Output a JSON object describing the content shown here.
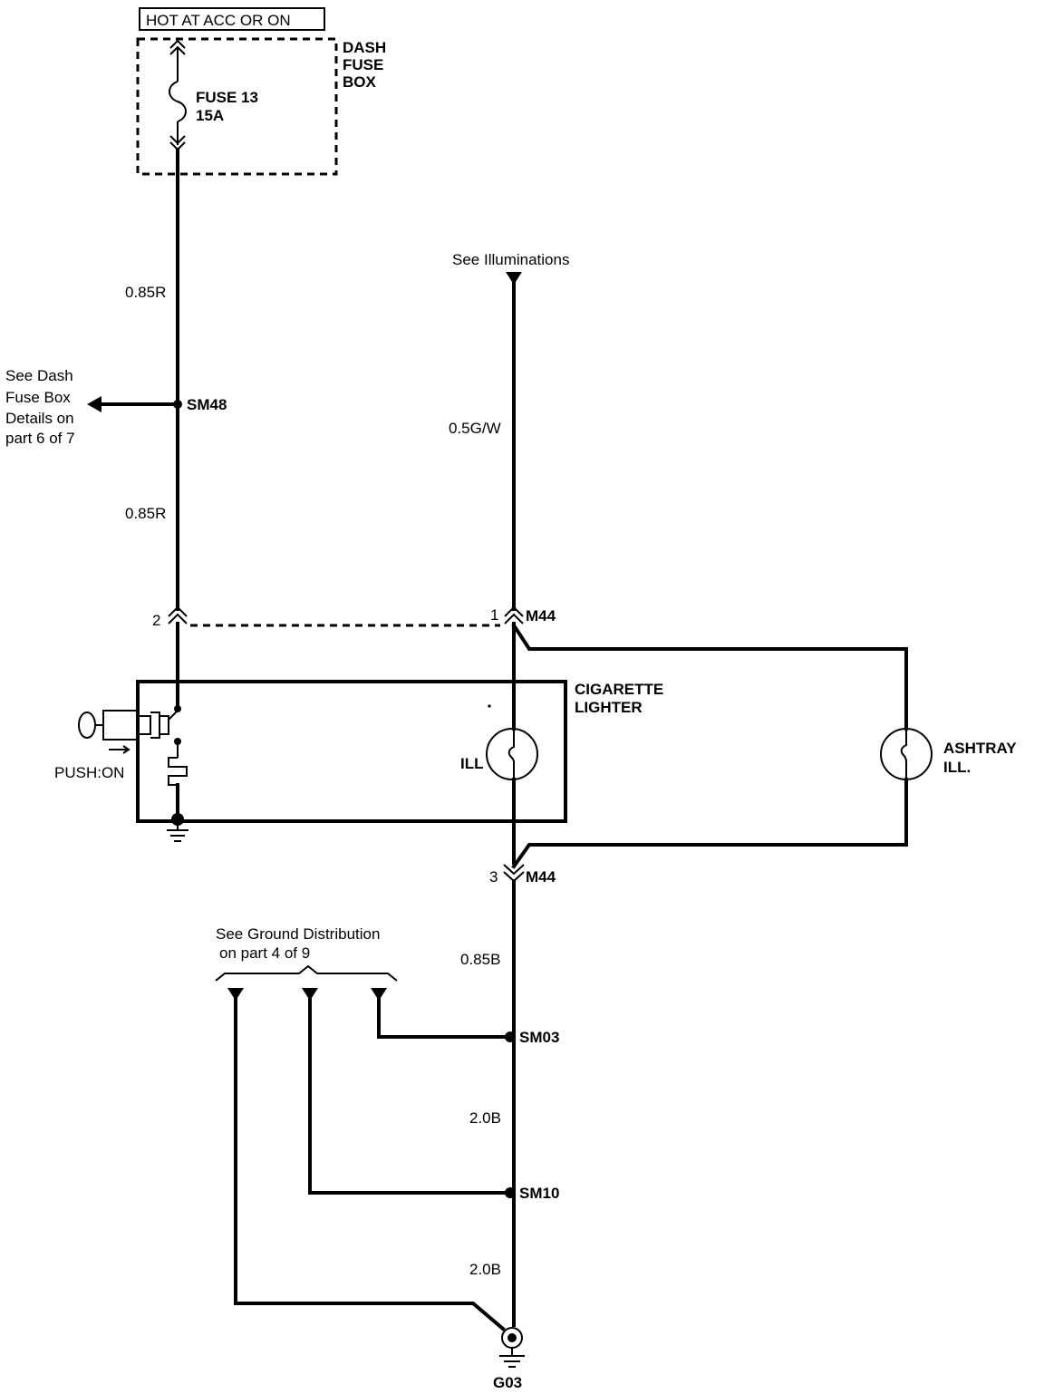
{
  "header_box": "HOT AT ACC OR ON",
  "dash_fuse_box": {
    "line1": "DASH",
    "line2": "FUSE",
    "line3": "BOX"
  },
  "fuse": {
    "name": "FUSE 13",
    "rating": "15A"
  },
  "wire_labels": {
    "w_085r_top": "0.85R",
    "w_085r_mid": "0.85R",
    "w_05gw": "0.5G/W",
    "w_085b": "0.85B",
    "w_20b_upper": "2.0B",
    "w_20b_lower": "2.0B"
  },
  "splices": {
    "sm48": "SM48",
    "sm03": "SM03",
    "sm10": "SM10"
  },
  "see_dash_fuse": {
    "l1": "See Dash",
    "l2": "Fuse Box",
    "l3": "Details on",
    "l4": "part 6 of 7"
  },
  "see_illuminations": "See Illuminations",
  "connector": {
    "pin2": "2",
    "pin1": "1",
    "pin3": "3",
    "m44_top": "M44",
    "m44_bottom": "M44"
  },
  "cigarette_lighter": {
    "l1": "CIGARETTE",
    "l2": "LIGHTER"
  },
  "ill_label": "ILL",
  "push_on": "PUSH:ON",
  "ashtray": {
    "l1": "ASHTRAY",
    "l2": "ILL."
  },
  "see_ground": {
    "l1": "See Ground Distribution",
    "l2": "on part 4 of 9"
  },
  "ground_label": "G03"
}
